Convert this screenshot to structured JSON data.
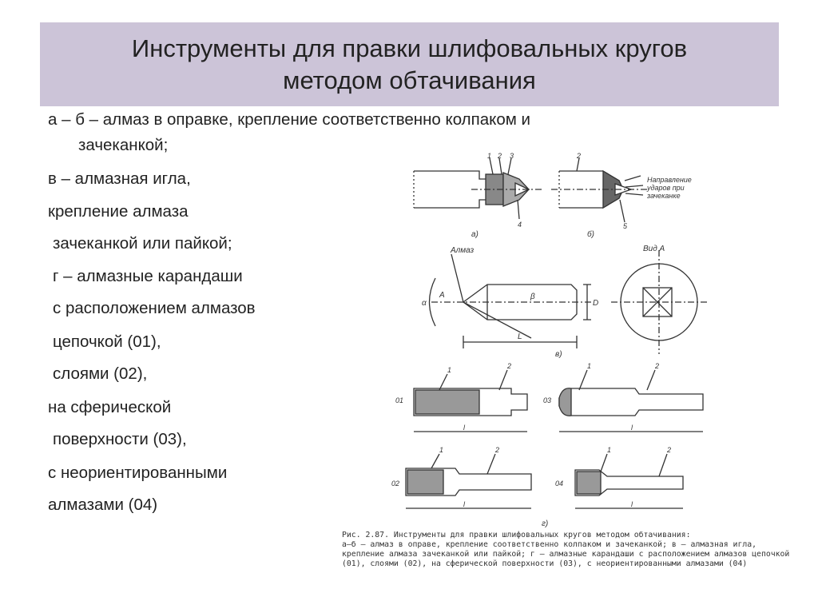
{
  "slide": {
    "title_line1": "Инструменты для правки шлифовальных кругов",
    "title_line2": "методом обтачивания",
    "lines": [
      "а – б – алмаз в оправке, крепление соответственно колпаком и",
      "зачеканкой;",
      "в – алмазная игла,",
      "крепление алмаза",
      "зачеканкой или пайкой;",
      "г – алмазные карандаши",
      "с расположением алмазов",
      "цепочкой (01),",
      "слоями (02),",
      "на сферической",
      "поверхности (03),",
      "с неориентированными",
      "алмазами (04)"
    ]
  },
  "figure": {
    "labels_top": {
      "n1": "1",
      "n2": "2",
      "n3": "3",
      "n4": "4",
      "n5": "5",
      "a": "а)",
      "b": "б)",
      "v": "в)",
      "g": "г)",
      "direction_1": "Направление",
      "direction_2": "ударов при",
      "direction_3": "зачеканке",
      "almaz": "Алмаз",
      "vid_a": "Вид А",
      "A": "A",
      "alpha": "α",
      "beta": "β",
      "L": "L",
      "D": "D",
      "p01": "01",
      "p02": "02",
      "p03": "03",
      "p04": "04",
      "l": "l"
    },
    "caption": [
      "Рис. 2.87. Инструменты для правки шлифовальных кругов методом обтачивания:",
      "а—б — алмаз в оправе, крепление соответственно колпаком и зачеканкой; в — алмазная игла,",
      "крепление алмаза зачеканкой или пайкой; г — алмазные карандаши с расположением алмазов цепочкой",
      "(01), слоями (02), на сферической поверхности (03), с неориентированными алмазами (04)"
    ]
  }
}
